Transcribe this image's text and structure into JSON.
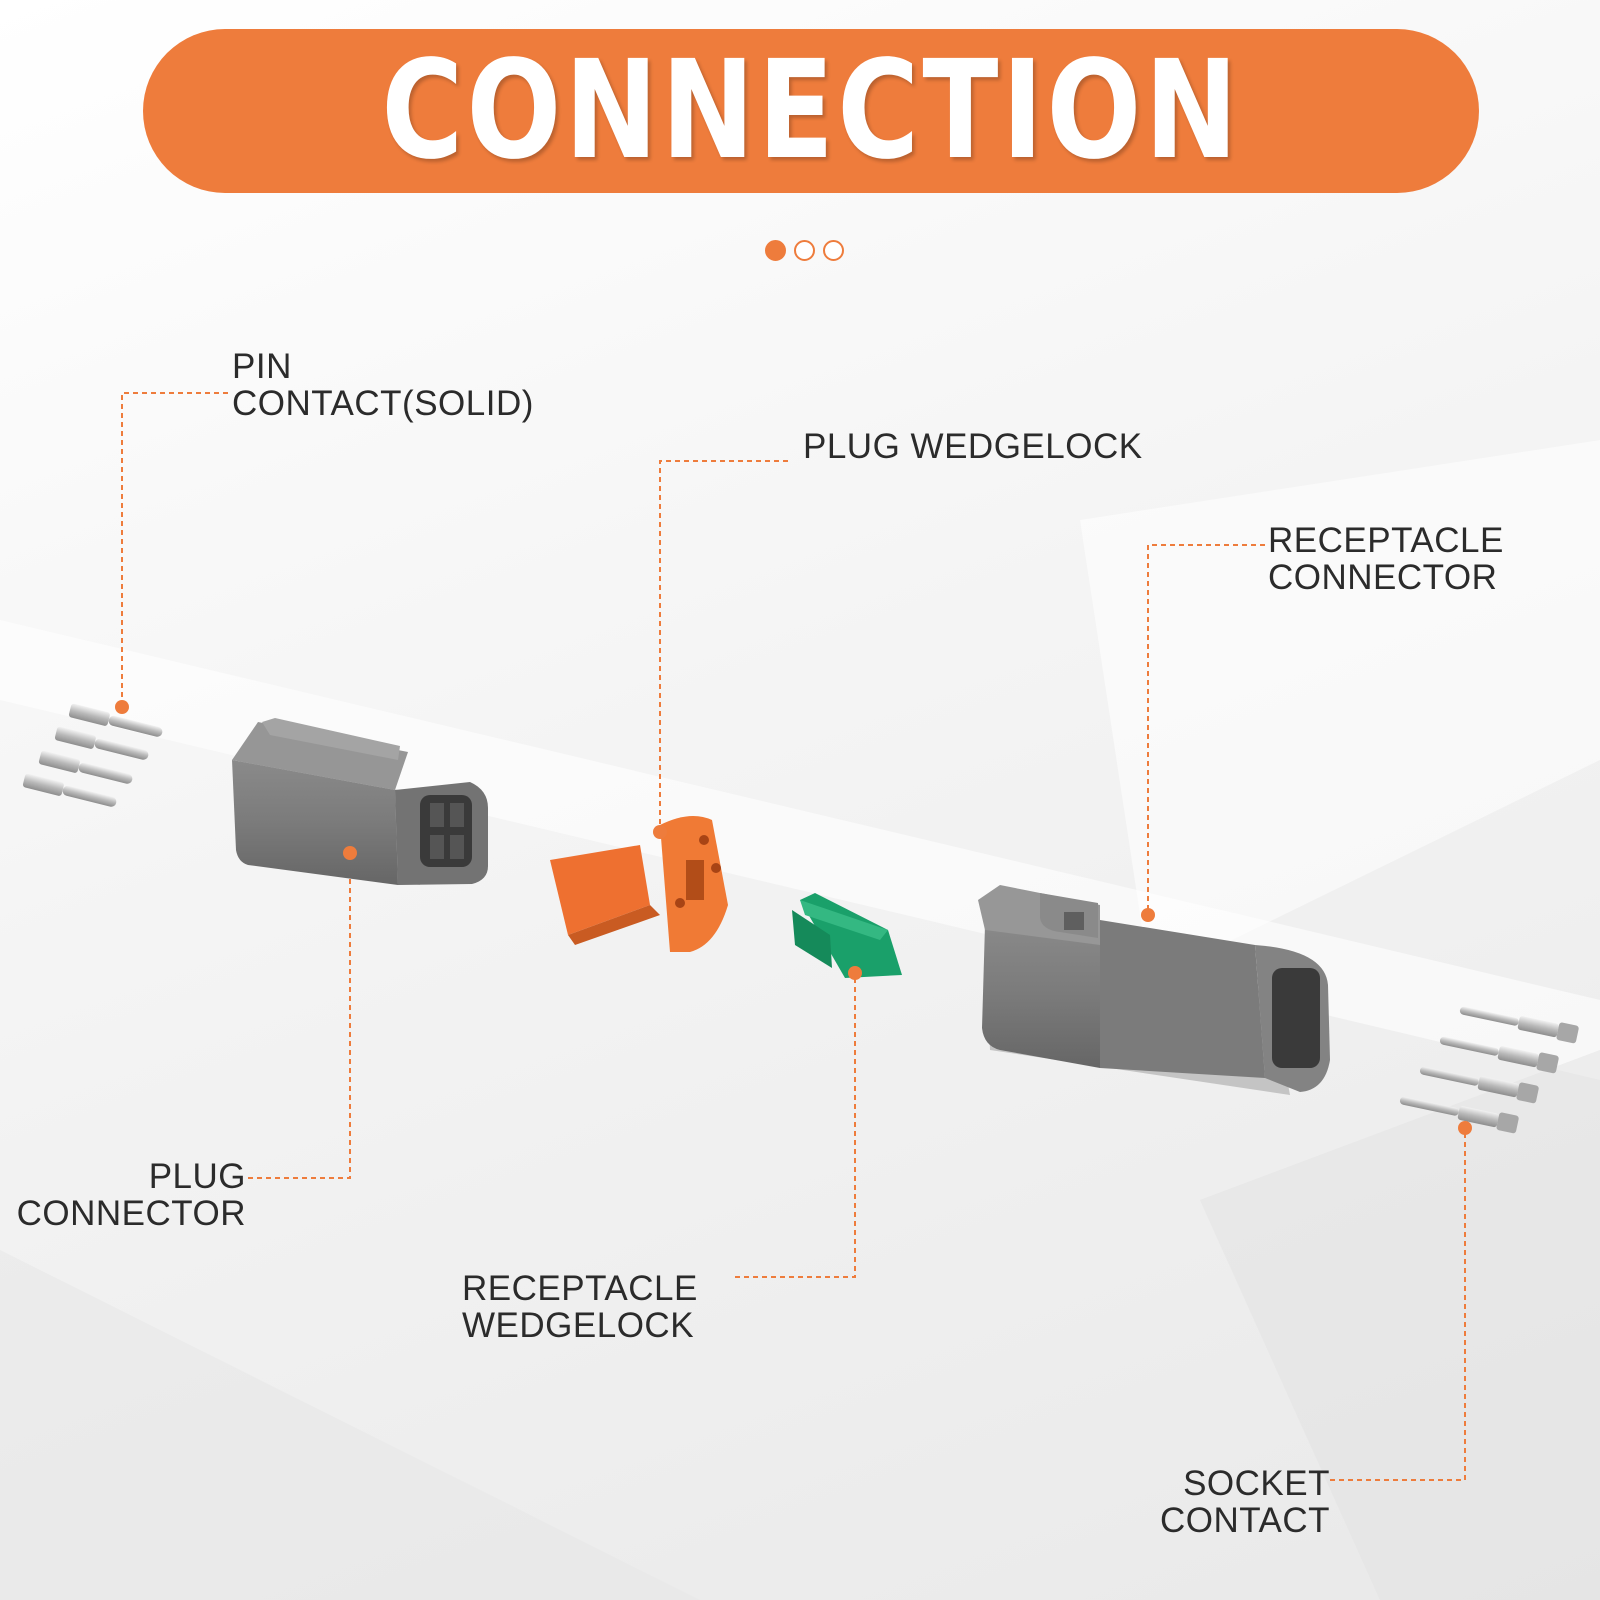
{
  "header": {
    "title": "CONNECTION"
  },
  "pager": {
    "count": 3,
    "active_index": 0
  },
  "colors": {
    "accent": "#ee7c3c",
    "connector_gray": "#7a7a7a",
    "wedgelock_orange": "#ee7030",
    "wedgelock_green": "#1aa06a"
  },
  "callouts": {
    "pin_contact": {
      "line1": "PIN",
      "line2": "CONTACT(SOLID)"
    },
    "plug_wedgelock": {
      "line1": "PLUG WEDGELOCK"
    },
    "receptacle_connector": {
      "line1": "RECEPTACLE",
      "line2": "CONNECTOR"
    },
    "plug_connector": {
      "line1": "PLUG",
      "line2": "CONNECTOR"
    },
    "receptacle_wedgelock": {
      "line1": "RECEPTACLE",
      "line2": "WEDGELOCK"
    },
    "socket_contact": {
      "line1": "SOCKET",
      "line2": "CONTACT"
    }
  }
}
